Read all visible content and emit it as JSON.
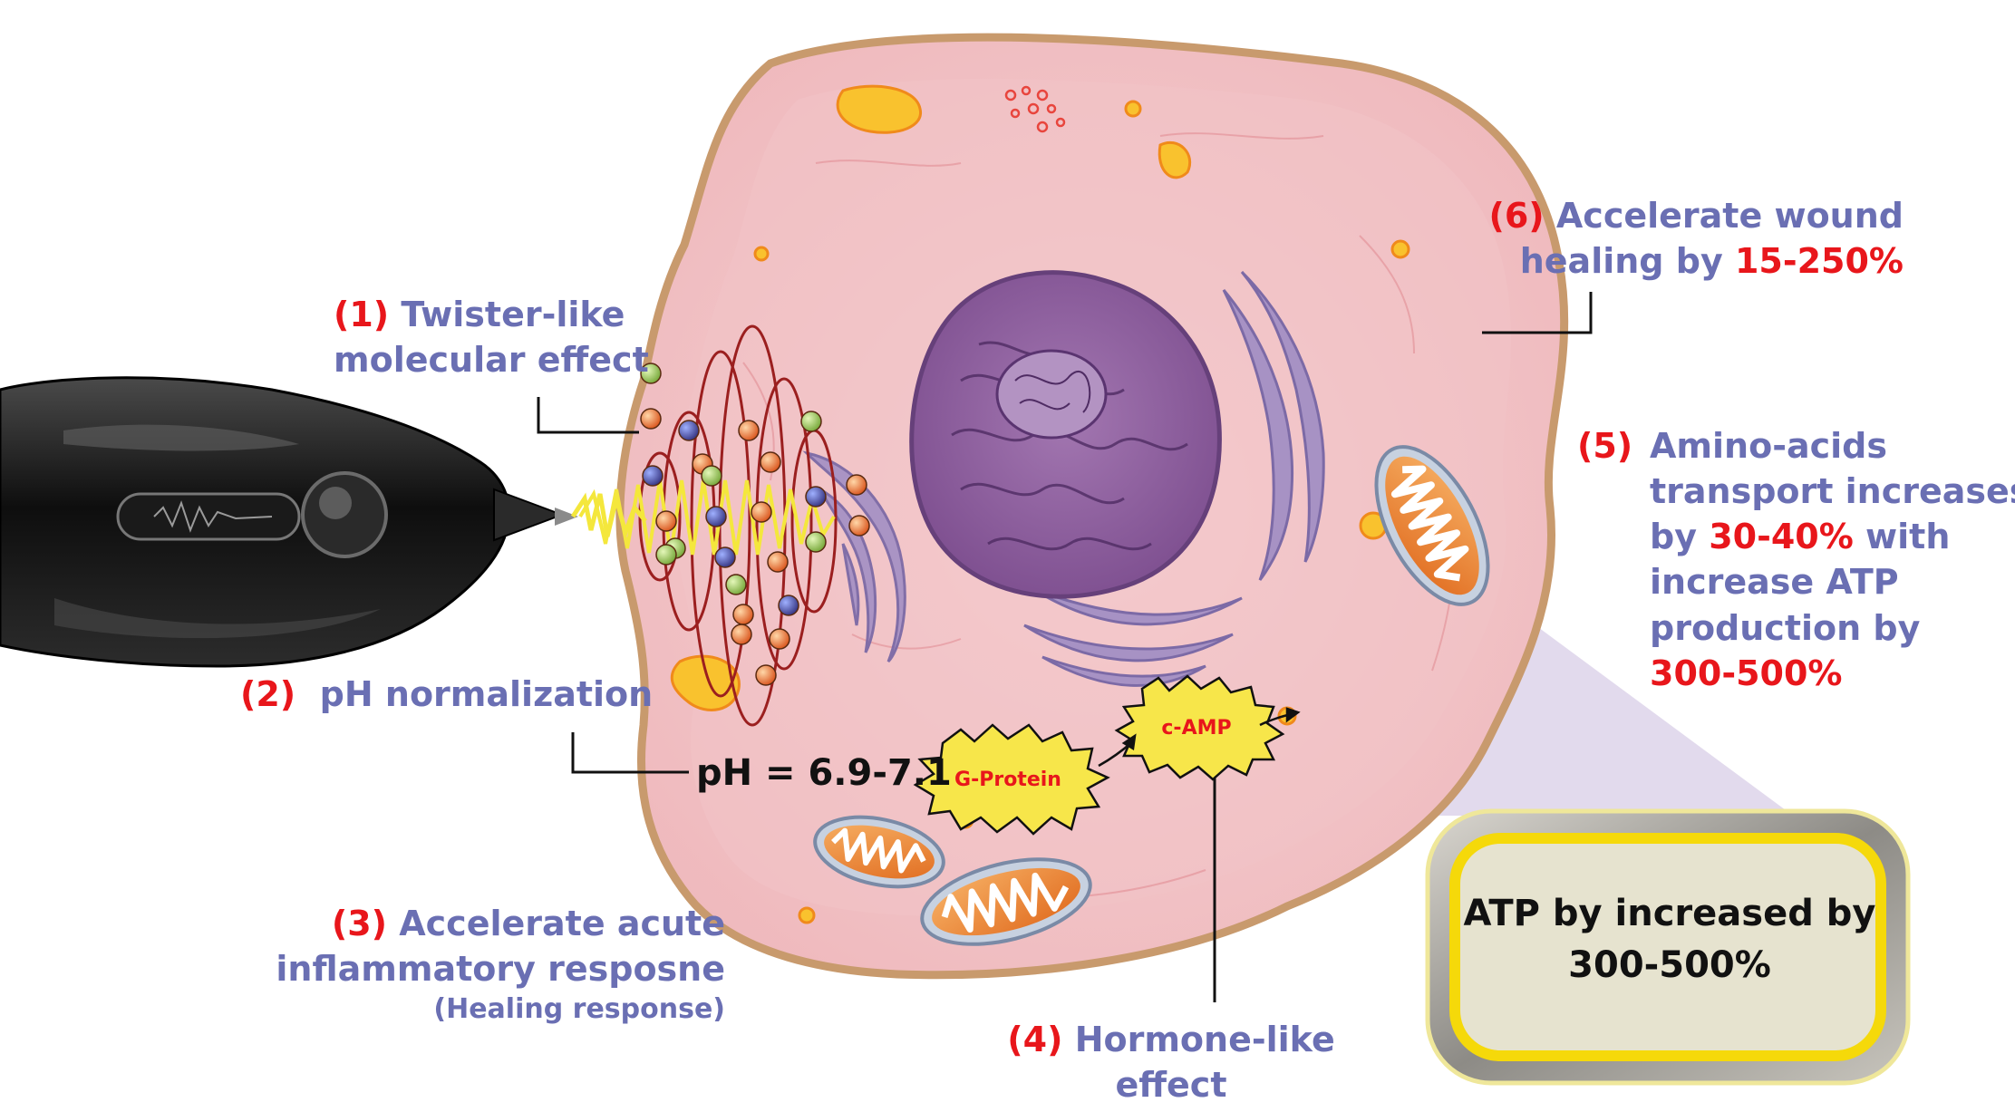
{
  "labels": {
    "l1": {
      "num": "(1)",
      "line1": "Twister-like",
      "line2": "molecular effect"
    },
    "l2": {
      "num": "(2)",
      "line1": "pH normalization"
    },
    "ph_value": "pH = 6.9-7.1",
    "l3": {
      "num": "(3)",
      "line1": "Accelerate acute",
      "line2": "inflammatory resposne",
      "line3": "(Healing response)"
    },
    "l4": {
      "num": "(4)",
      "line1": "Hormone-like",
      "line2": "effect"
    },
    "l5": {
      "num": "(5)",
      "line1": "Amino-acids",
      "line2": "transport increases",
      "line3a": "by ",
      "line3b": "30-40%",
      "line3c": " with",
      "line4": "increase ATP",
      "line5": "production by",
      "line6": "300-500%"
    },
    "l6": {
      "num": "(6)",
      "line1": "Accelerate wound",
      "line2a": "healing by ",
      "line2b": "15-250%"
    },
    "g_protein": "G-Protein",
    "c_amp": "c-AMP",
    "atp_box": {
      "line1": "ATP by increased by",
      "line2": "300-500%"
    }
  },
  "colors": {
    "label_blue": "#6a6fb3",
    "accent_red": "#e8161b",
    "cell_pink": "#f3c7c9",
    "nucleus_purple": "#8f5f9e",
    "membrane_tan": "#d6a77a",
    "badge_yellow": "#f7e64a",
    "atp_box_fill": "#e6e3cf",
    "atp_box_border": "#f5d90a"
  },
  "icons": [
    "laser-device-icon",
    "cell-icon",
    "nucleus-icon",
    "mitochondrion-icon",
    "molecule-icon"
  ]
}
